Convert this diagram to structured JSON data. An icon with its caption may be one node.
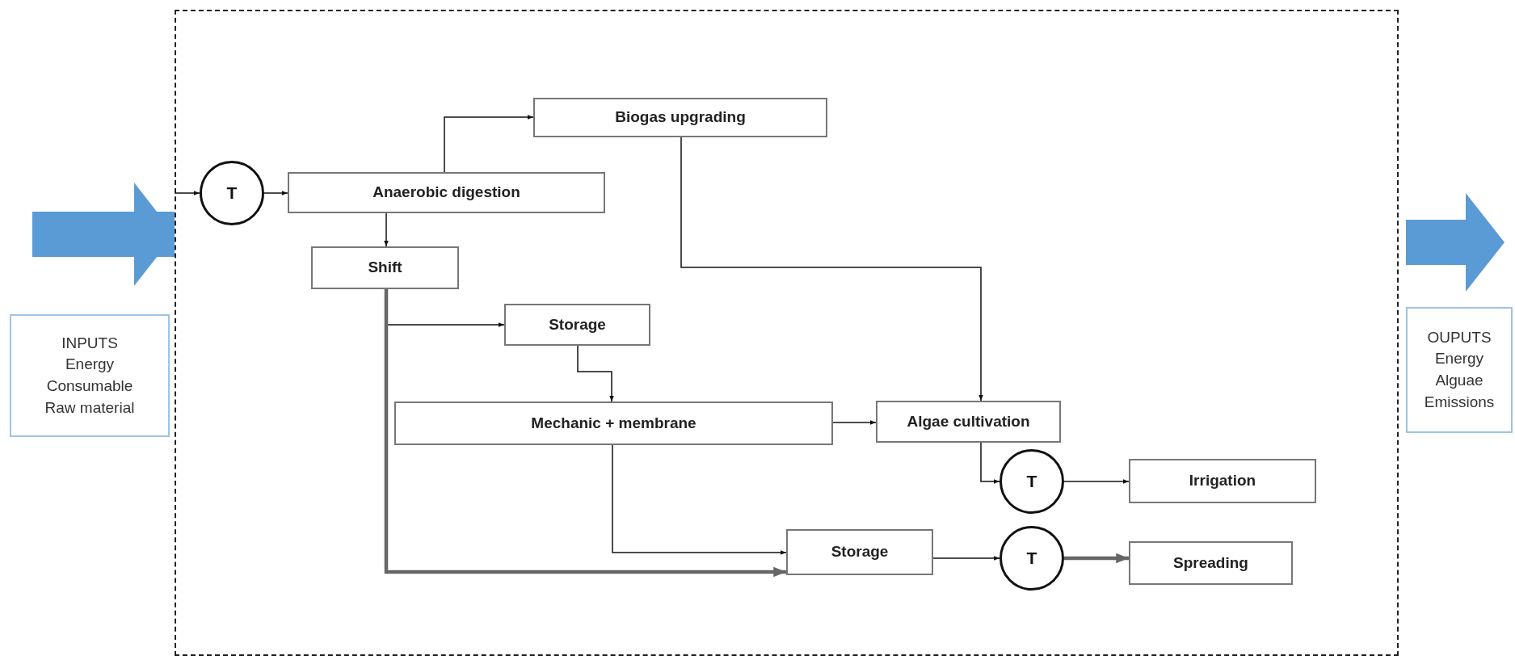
{
  "diagram": {
    "nodes": [
      {
        "text": [
          "INPUTS",
          "Energy",
          "Consumable",
          "Raw material"
        ]
      },
      {
        "text": [],
        "shape": "box"
      },
      {
        "text": [
          "T"
        ],
        "in": 1
      },
      {
        "text": [
          "Biogas upgrading"
        ],
        "in": 1
      },
      {
        "text": [
          "Anaerobic digestion"
        ],
        "in": 1
      },
      {
        "text": [
          "Shift"
        ],
        "in": 1
      },
      {
        "text": [
          "Storage"
        ],
        "in": 1
      },
      {
        "text": [
          "Mechanic + membrane"
        ],
        "in": 1
      },
      {
        "text": [
          "Algae cultivation"
        ],
        "in": 1
      },
      {
        "text": [
          "T"
        ],
        "in": 1
      },
      {
        "text": [
          "Irrigation"
        ],
        "in": 1
      },
      {
        "text": [
          "Storage"
        ],
        "in": 1
      },
      {
        "text": [
          "T"
        ],
        "in": 1
      },
      {
        "text": [
          "Spreading"
        ],
        "in": 1
      },
      {
        "text": [
          "OUPUTS",
          "Energy",
          "Alguae",
          "Emissions"
        ]
      }
    ],
    "edges": [
      {
        "from": null,
        "to": 2,
        "arrow": "to"
      },
      {
        "from": 2,
        "to": 4,
        "arrow": "to"
      },
      {
        "from": 4,
        "to": 3,
        "arrow": "to"
      },
      {
        "from": 4,
        "to": 5,
        "arrow": "to"
      },
      {
        "from": 5,
        "to": 6,
        "arrow": "to"
      },
      {
        "from": 5,
        "to": 11,
        "arrow": "to",
        "style": "thick",
        "color": "#666666"
      },
      {
        "from": 6,
        "to": 7,
        "arrow": "to"
      },
      {
        "from": 3,
        "to": 8,
        "arrow": "to"
      },
      {
        "from": 7,
        "to": 8,
        "arrow": "to"
      },
      {
        "from": 7,
        "to": 11,
        "arrow": "to"
      },
      {
        "from": 8,
        "to": 9,
        "arrow": "to"
      },
      {
        "from": 9,
        "to": 10,
        "arrow": "to"
      },
      {
        "from": 11,
        "to": 12,
        "arrow": "to"
      },
      {
        "from": 12,
        "to": 13,
        "arrow": "to",
        "style": "thick",
        "color": "#666666"
      },
      {
        "from": null,
        "to": 1,
        "arrow": "to",
        "style": "thick",
        "color": "#5b9bd5"
      }
    ]
  }
}
